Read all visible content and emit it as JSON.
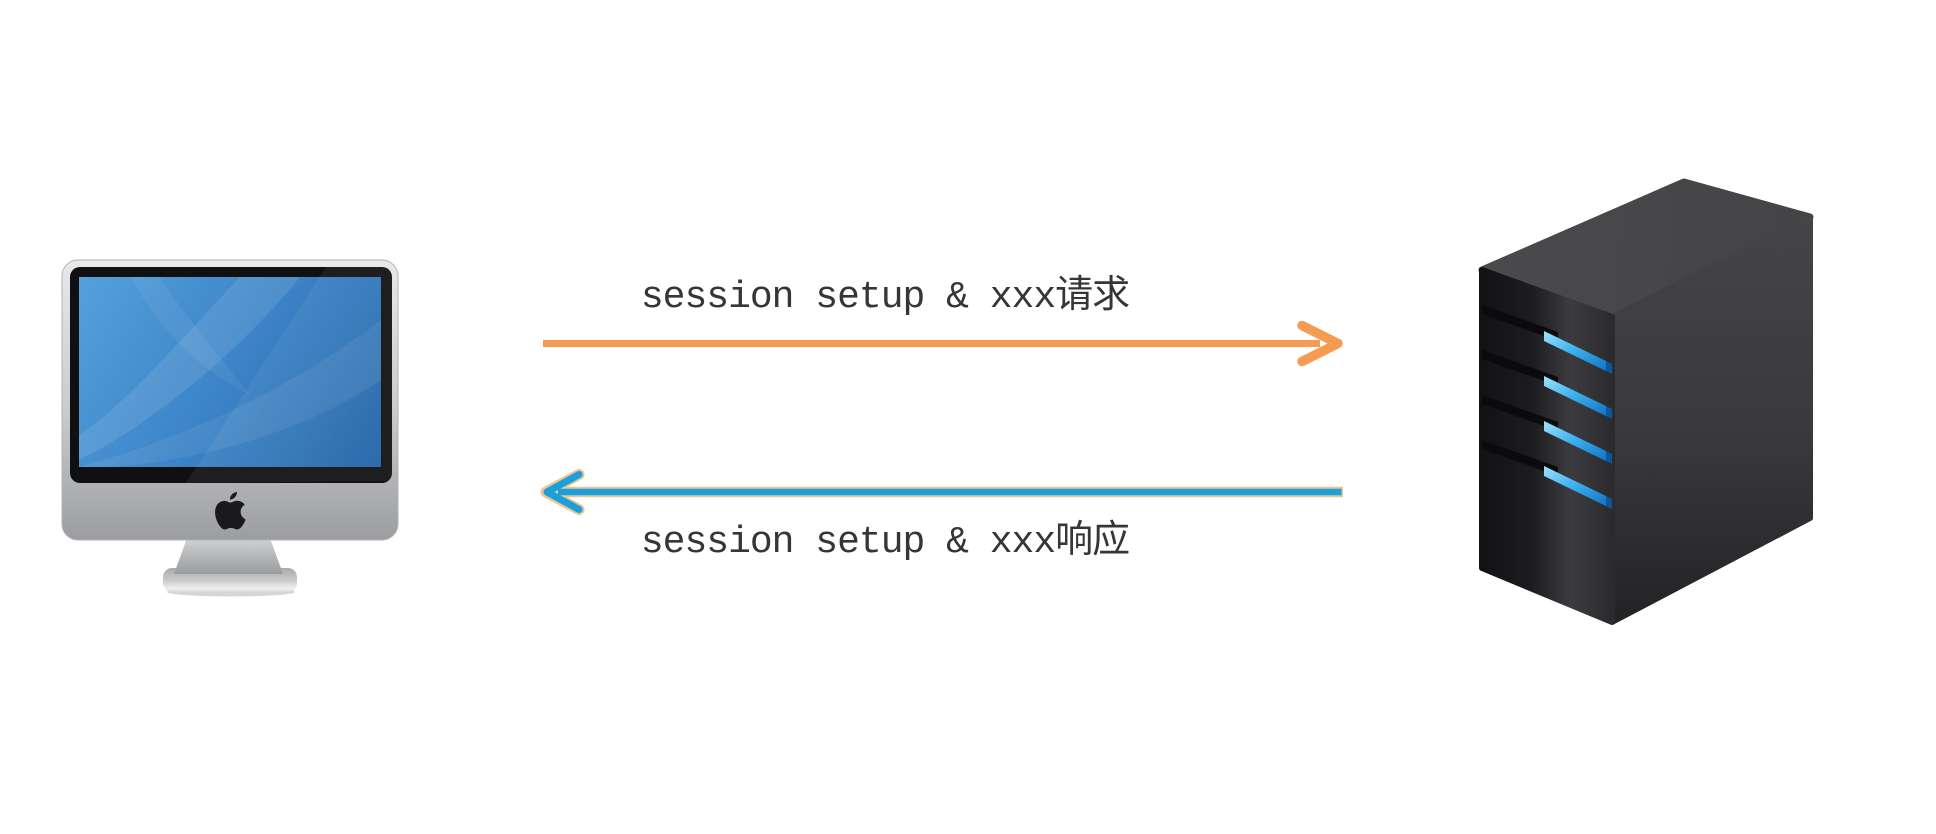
{
  "canvas": {
    "background_color": "#ffffff"
  },
  "nodes": {
    "client": {
      "name": "client computer",
      "icon": "imac-computer-icon",
      "screen_color": "#3C84C7"
    },
    "server": {
      "name": "server",
      "icon": "server-tower-icon",
      "body_color": "#2b2b2e",
      "led_color": "#2E9FE8",
      "led_count": 4
    }
  },
  "messages": {
    "request": {
      "label": "session setup & xxx请求",
      "from": "client",
      "to": "server",
      "arrow_color": "#F59B52"
    },
    "response": {
      "label": "session setup & xxx响应",
      "from": "server",
      "to": "client",
      "arrow_color": "#1CA0DB",
      "arrow_outline_color": "#F0C492"
    }
  },
  "label_text_color": "#363636"
}
